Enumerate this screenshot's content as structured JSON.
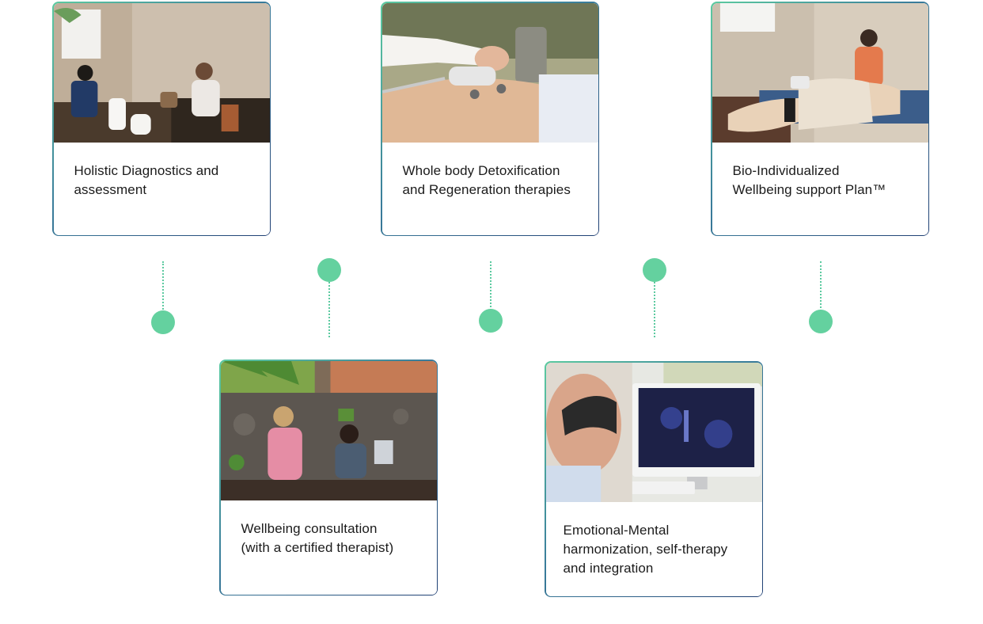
{
  "steps": [
    {
      "id": "holistic",
      "lines": [
        "Holistic Diagnostics and",
        "assessment"
      ],
      "photo_icon": "consultation-room-photo"
    },
    {
      "id": "detox",
      "lines": [
        "Whole body Detoxification",
        "and Regeneration therapies"
      ],
      "photo_icon": "device-treatment-photo"
    },
    {
      "id": "plan",
      "lines": [
        "Bio-Individualized",
        "Wellbeing support Plan™"
      ],
      "photo_icon": "treatment-table-photo"
    },
    {
      "id": "consultation",
      "lines": [
        "Wellbeing consultation",
        "(with a certified therapist)"
      ],
      "photo_icon": "reception-desk-photo"
    },
    {
      "id": "emotional",
      "lines": [
        "Emotional-Mental",
        "harmonization, self-therapy",
        "and integration"
      ],
      "photo_icon": "neurofeedback-screen-photo"
    }
  ],
  "colors": {
    "accent_green": "#64d19f",
    "border_gradient": [
      "#5ccaa0",
      "#3a7d9b",
      "#1f3f73"
    ],
    "text": "#1b1b1b"
  }
}
